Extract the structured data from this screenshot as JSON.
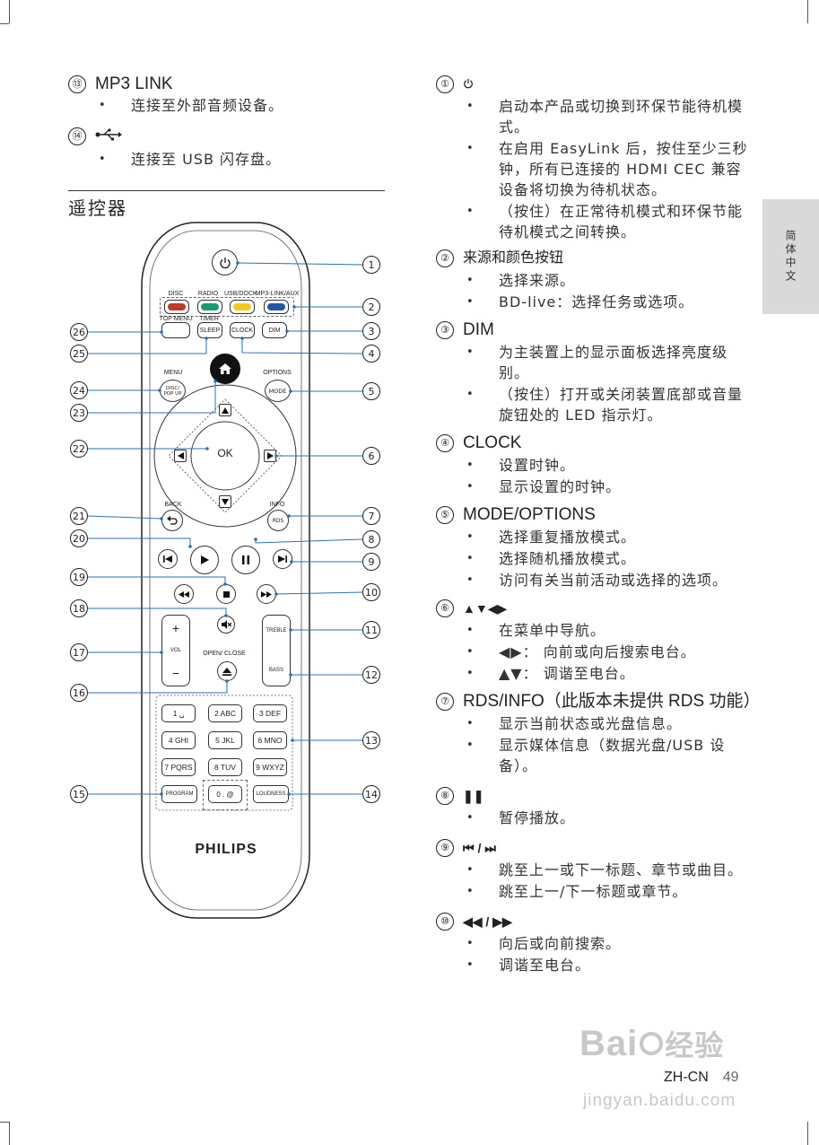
{
  "left_sections": [
    {
      "num": "⑬",
      "title": "MP3 LINK",
      "bullets": [
        "连接至外部音频设备。"
      ]
    },
    {
      "num": "⑭",
      "title": "",
      "icon": "usb-icon",
      "bullets": [
        "连接至 USB 闪存盘。"
      ]
    }
  ],
  "remote_heading": "遥控器",
  "side_tab": "简体中文",
  "remote": {
    "labels": {
      "disc": "DISC",
      "radio": "RADIO",
      "usb_dock": "USB/DOCK",
      "mp3_link_aux": "MP3-LINK/AUX",
      "top_menu": "TOP MENU",
      "timer": "TIMER",
      "sleep": "SLEEP",
      "clock": "CLOCK",
      "dim": "DIM",
      "menu": "MENU",
      "disc_popup_1": "DISC/",
      "disc_popup_2": "POP UP",
      "options": "OPTIONS",
      "mode": "MODE",
      "ok": "OK",
      "back": "BACK",
      "info": "INFO",
      "rds": "RDS",
      "vol": "VOL",
      "plus": "+",
      "minus": "−",
      "open_close": "OPEN/ CLOSE",
      "treble": "TREBLE",
      "bass": "BASS",
      "program": "PROGRAM",
      "loudness": "LOUDNESS",
      "zero": "0 . @",
      "brand": "PHILIPS"
    },
    "keypad": [
      "1 ␣",
      "2 ABC",
      "3 DEF",
      "4 GHI",
      "5 JKL",
      "6 MNO",
      "7 PQRS",
      "8 TUV",
      "9 WXYZ"
    ],
    "callouts_right": [
      "1",
      "2",
      "3",
      "4",
      "5",
      "6",
      "7",
      "8",
      "9",
      "10",
      "11",
      "12",
      "13",
      "14"
    ],
    "callouts_left": [
      "26",
      "25",
      "24",
      "23",
      "22",
      "21",
      "20",
      "19",
      "18",
      "17",
      "16",
      "15"
    ],
    "color_keys": [
      "#c0392b",
      "#1a9c6a",
      "#f2c81d",
      "#2756a8"
    ]
  },
  "right_sections": [
    {
      "num": "①",
      "title": "",
      "icon": "power-icon",
      "bullets": [
        "启动本产品或切换到环保节能待机模式。",
        "在启用 EasyLink 后，按住至少三秒钟，所有已连接的 HDMI CEC 兼容设备将切换为待机状态。",
        "（按住）在正常待机模式和环保节能待机模式之间转换。"
      ]
    },
    {
      "num": "②",
      "title": "来源和颜色按钮",
      "bullets": [
        "选择来源。",
        "BD-live：选择任务或选项。"
      ]
    },
    {
      "num": "③",
      "title": "DIM",
      "bullets": [
        "为主装置上的显示面板选择亮度级别。",
        "（按住）打开或关闭装置底部或音量旋钮处的 LED 指示灯。"
      ]
    },
    {
      "num": "④",
      "title": "CLOCK",
      "bullets": [
        "设置时钟。",
        "显示设置的时钟。"
      ]
    },
    {
      "num": "⑤",
      "title": "MODE/OPTIONS",
      "bullets": [
        "选择重复播放模式。",
        "选择随机播放模式。",
        "访问有关当前活动或选择的选项。"
      ]
    },
    {
      "num": "⑥",
      "title": "▲▼◀▶",
      "bullets": [
        "在菜单中导航。",
        "◀▶： 向前或向后搜索电台。",
        "▲▼： 调谐至电台。"
      ]
    },
    {
      "num": "⑦",
      "title": "RDS/INFO（此版本未提供 RDS 功能）",
      "bullets": [
        "显示当前状态或光盘信息。",
        "显示媒体信息（数据光盘/USB 设备）。"
      ]
    },
    {
      "num": "⑧",
      "title": "❚❚",
      "bullets": [
        "暂停播放。"
      ]
    },
    {
      "num": "⑨",
      "title": "⏮ / ⏭",
      "bullets": [
        "跳至上一或下一标题、章节或曲目。",
        "跳至上一/下一标题或章节。"
      ]
    },
    {
      "num": "⑩",
      "title": "◀◀ / ▶▶",
      "bullets": [
        "向后或向前搜索。",
        "调谐至电台。"
      ]
    }
  ],
  "footer": {
    "lang": "ZH-CN",
    "page": "49"
  },
  "watermark": {
    "text": "Bai",
    "sub": "jingyan.baidu.com",
    "cn": "经验"
  }
}
